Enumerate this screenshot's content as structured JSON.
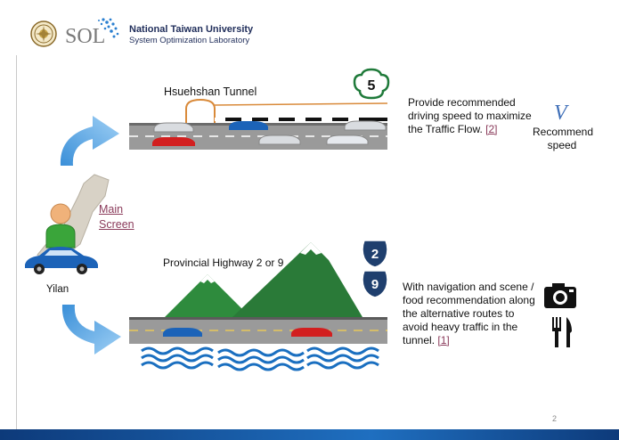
{
  "header": {
    "logo_text": "SOL",
    "org_name": "National Taiwan University",
    "org_sub": "System Optimization Laboratory"
  },
  "tunnel": {
    "title": "Hsuehshan Tunnel",
    "route_badge": "5",
    "description_lines": [
      "Provide recommended",
      "driving speed to maximize",
      "the Traffic Flow."
    ],
    "ref": "[2]",
    "speed_symbol": "V",
    "speed_label_lines": [
      "Recommend",
      "speed"
    ]
  },
  "user": {
    "location": "Yilan",
    "main_screen_lines": [
      "Main",
      "Screen"
    ]
  },
  "highway": {
    "title": "Provincial Highway 2 or 9",
    "route_badges": [
      "2",
      "9"
    ],
    "description_lines": [
      "With navigation and scene /",
      "food recommendation along",
      "the alternative routes to",
      "avoid heavy traffic in the",
      "tunnel."
    ],
    "ref": "[1]"
  },
  "page_number": "2",
  "colors": {
    "accent_blue": "#3f6fb8",
    "link_maroon": "#8a3a5a",
    "mountain_green": "#2e8b3d",
    "footer_blue": "#1f6fc0"
  }
}
